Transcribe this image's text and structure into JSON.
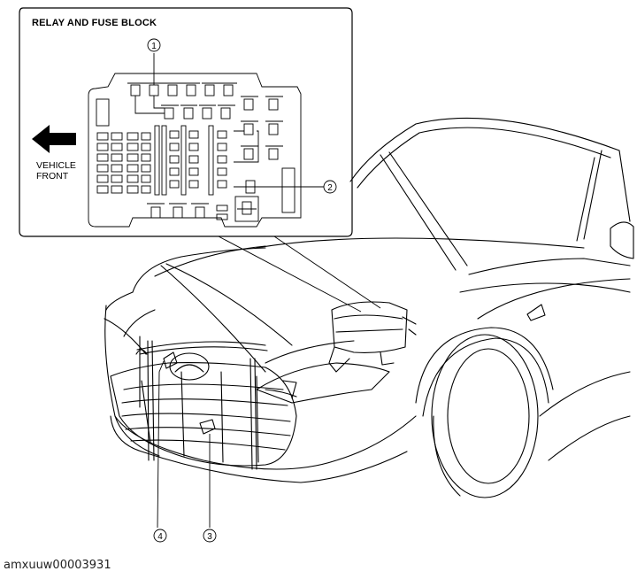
{
  "inset": {
    "title": "RELAY AND FUSE BLOCK",
    "direction_line1": "VEHICLE",
    "direction_line2": "FRONT",
    "direction_icon": "arrow-left-icon"
  },
  "callouts": [
    {
      "id": "1",
      "label": "①"
    },
    {
      "id": "2",
      "label": "②"
    },
    {
      "id": "3",
      "label": "③"
    },
    {
      "id": "4",
      "label": "④"
    }
  ],
  "caption": "amxuuw00003931",
  "colors": {
    "line": "#000000",
    "background": "#ffffff"
  }
}
